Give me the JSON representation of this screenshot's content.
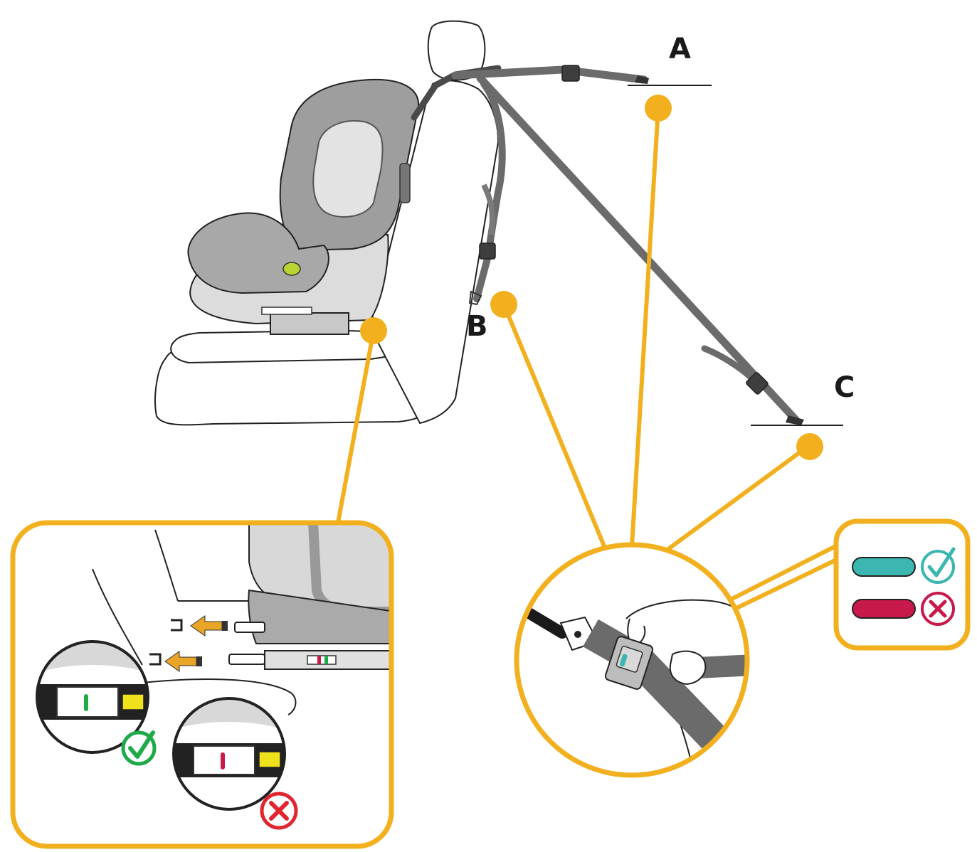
{
  "diagram": {
    "anchor_labels": {
      "a": "A",
      "b": "B",
      "c": "C"
    },
    "colors": {
      "callout": "#f2b01e",
      "strap": "#6b6b6b",
      "strap_dark": "#4a4a4a",
      "seat_grey": "#9e9e9e",
      "seat_light": "#d6d6d6",
      "headrest_inner": "#e3e3e3",
      "lime": "#b8d433",
      "indicator_good": "#3bb6b0",
      "indicator_bad": "#c8194b",
      "check_green": "#1eaa48",
      "cross_red": "#e0262e",
      "isofix_yellow": "#f0e21a",
      "isofix_arrow": "#e8a526"
    },
    "icons": [
      "check-icon",
      "cross-icon",
      "arrow-left-icon"
    ]
  }
}
